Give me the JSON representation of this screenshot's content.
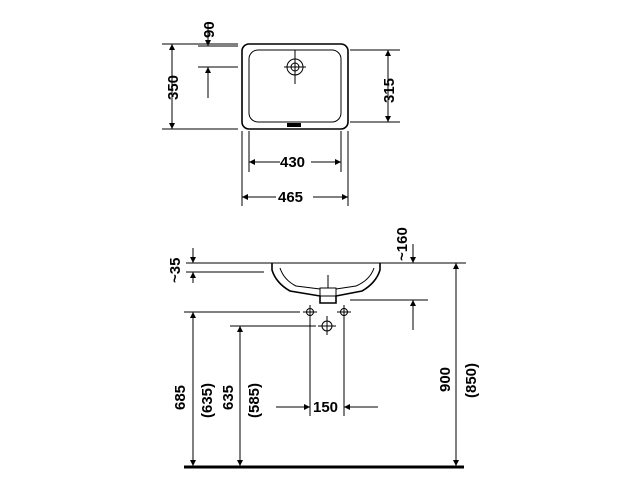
{
  "colors": {
    "line": "#000000",
    "background": "#ffffff"
  },
  "top_view": {
    "dim_90": "90",
    "dim_350": "350",
    "dim_315": "315",
    "dim_430": "430",
    "dim_465": "465"
  },
  "side_view": {
    "dim_35": "~35",
    "dim_160": "~160",
    "dim_685": "685",
    "dim_635_paren": "(635)",
    "dim_635": "635",
    "dim_585_paren": "(585)",
    "dim_150": "150",
    "dim_900": "900",
    "dim_850_paren": "(850)"
  }
}
